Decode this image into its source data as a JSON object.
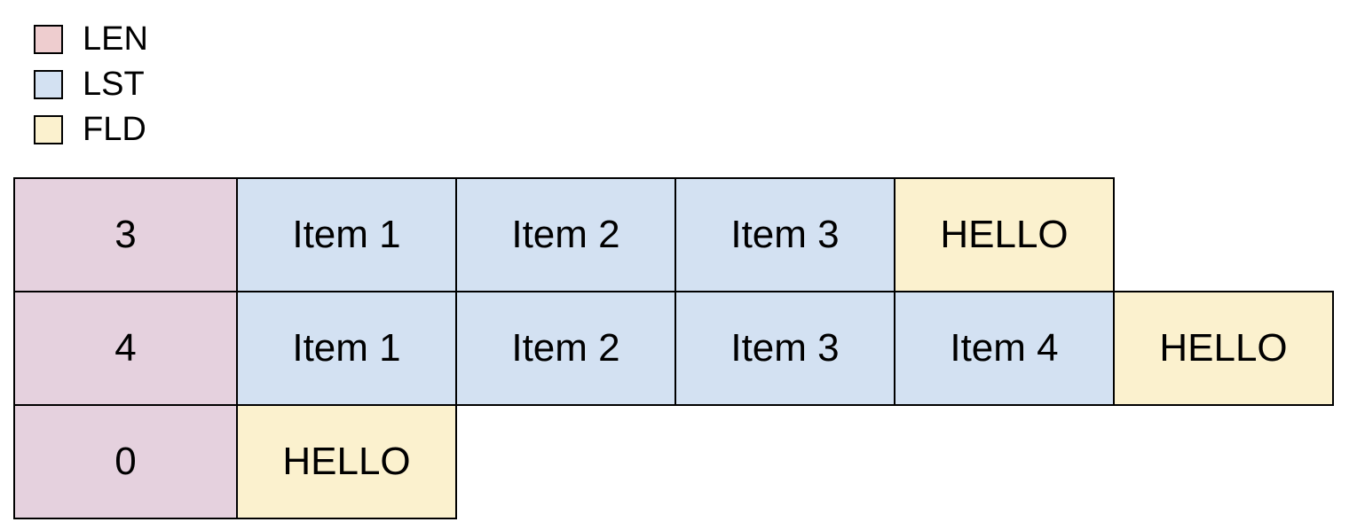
{
  "diagram": {
    "legend": {
      "items": [
        {
          "id": "len",
          "label": "LEN"
        },
        {
          "id": "lst",
          "label": "LST"
        },
        {
          "id": "fld",
          "label": "FLD"
        }
      ]
    },
    "rows": [
      {
        "len": "3",
        "items": [
          "Item 1",
          "Item 2",
          "Item 3"
        ],
        "fld": "HELLO"
      },
      {
        "len": "4",
        "items": [
          "Item 1",
          "Item 2",
          "Item 3",
          "Item 4"
        ],
        "fld": "HELLO"
      },
      {
        "len": "0",
        "items": [],
        "fld": "HELLO"
      }
    ]
  },
  "colors": {
    "legend_swatch": {
      "len": "#eecdcf",
      "lst": "#d3e1f2",
      "fld": "#fbf1ce"
    },
    "cell": {
      "len": "#e5d1de",
      "lst": "#d3e1f2",
      "fld": "#fbf1ce"
    },
    "border": "#000000",
    "text": "#000000",
    "background": "#ffffff"
  }
}
